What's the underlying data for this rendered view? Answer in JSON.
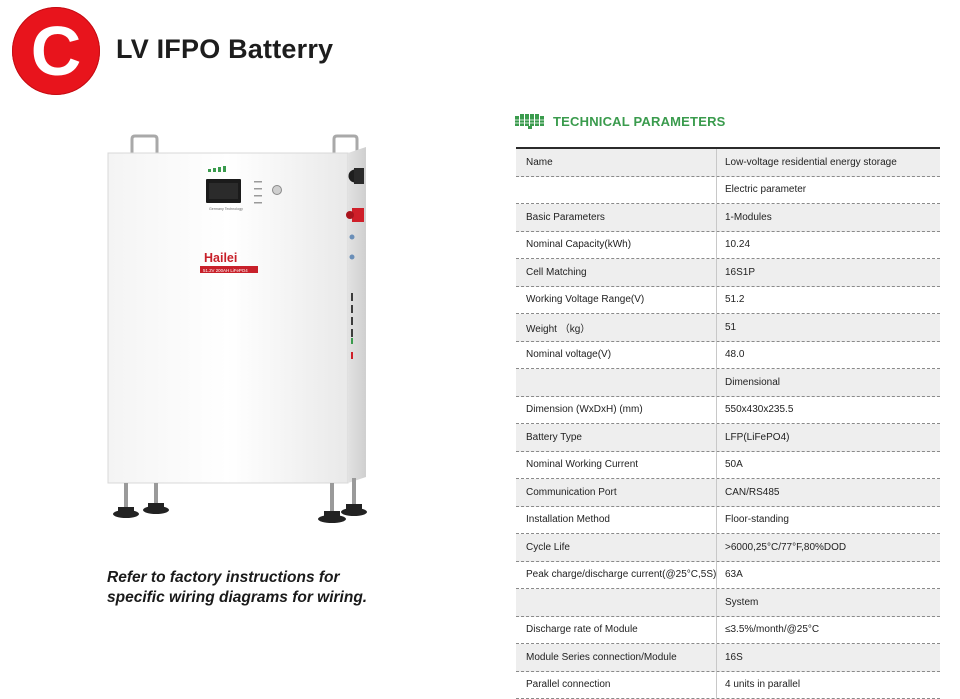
{
  "header": {
    "logo_letter": "C",
    "title": "LV IFPO Batterry"
  },
  "section": {
    "heading": "TECHNICAL PARAMETERS"
  },
  "battery": {
    "brand": "Hailei",
    "label": "51.2V 200AH LiFePO4",
    "panel_text": "Germany Technology"
  },
  "note": {
    "line1": "Refer to factory instructions for",
    "line2": "specific wiring diagrams for wiring."
  },
  "params": [
    {
      "name": "Name",
      "value": "Low-voltage residential energy storage"
    },
    {
      "name": "",
      "value": "Electric parameter"
    },
    {
      "name": "Basic Parameters",
      "value": "1-Modules"
    },
    {
      "name": "Nominal Capacity(kWh)",
      "value": "10.24"
    },
    {
      "name": "Cell Matching",
      "value": "16S1P"
    },
    {
      "name": "Working Voltage Range(V)",
      "value": "51.2"
    },
    {
      "name": "Weight （kg）",
      "value": "51"
    },
    {
      "name": "Nominal voltage(V)",
      "value": "48.0"
    },
    {
      "name": "",
      "value": "Dimensional"
    },
    {
      "name": "Dimension (WxDxH) (mm)",
      "value": "550x430x235.5"
    },
    {
      "name": "Battery Type",
      "value": "LFP(LiFePO4)"
    },
    {
      "name": "Nominal Working Current",
      "value": "50A"
    },
    {
      "name": "Communication Port",
      "value": "CAN/RS485"
    },
    {
      "name": "Installation Method",
      "value": "Floor-standing"
    },
    {
      "name": "Cycle Life",
      "value": ">6000,25°C/77°F,80%DOD"
    },
    {
      "name": "Peak charge/discharge current(@25°C,5S)",
      "value": "63A"
    },
    {
      "name": "",
      "value": "System"
    },
    {
      "name": "Discharge rate of Module",
      "value": "≤3.5%/month/@25°C"
    },
    {
      "name": "Module Series connection/Module",
      "value": "16S"
    },
    {
      "name": "Parallel connection",
      "value": "4 units in parallel"
    }
  ],
  "colors": {
    "logo_red": "#e8141c",
    "heading_green": "#3a9b4d",
    "row_shade": "#eeeeee"
  }
}
